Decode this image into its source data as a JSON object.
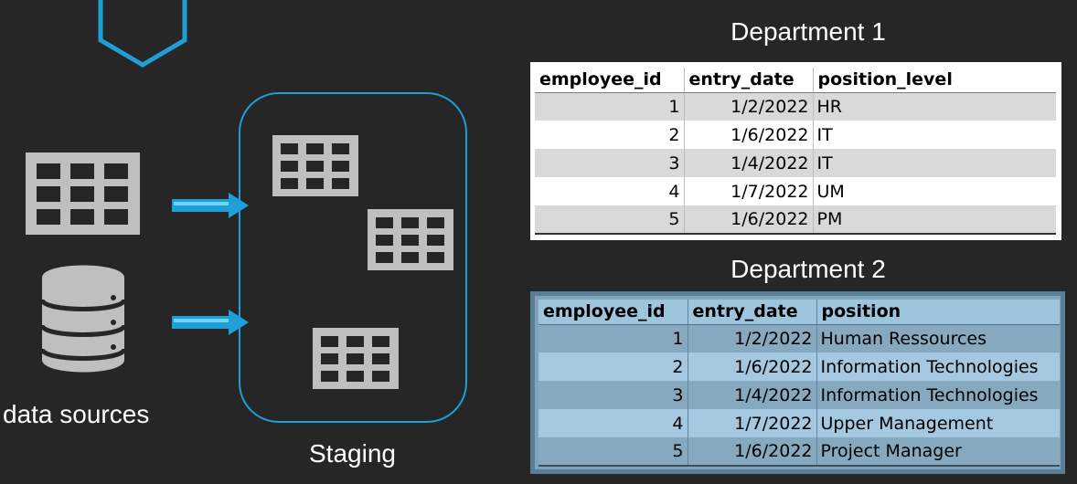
{
  "labels": {
    "data_sources": "data sources",
    "staging": "Staging"
  },
  "icons": {
    "shield": "shield-outline-icon",
    "table": "table-grid-icon",
    "database": "database-icon",
    "arrow": "arrow-right-icon"
  },
  "colors": {
    "accent": "#1e9fd6",
    "icon_gray": "#bfbfbf",
    "background": "#262626"
  },
  "department1": {
    "title": "Department 1",
    "columns": [
      "employee_id",
      "entry_date",
      "position_level"
    ],
    "rows": [
      [
        "1",
        "1/2/2022",
        "HR"
      ],
      [
        "2",
        "1/6/2022",
        "IT"
      ],
      [
        "3",
        "1/4/2022",
        "IT"
      ],
      [
        "4",
        "1/7/2022",
        "UM"
      ],
      [
        "5",
        "1/6/2022",
        "PM"
      ]
    ]
  },
  "department2": {
    "title": "Department 2",
    "columns": [
      "employee_id",
      "entry_date",
      "position"
    ],
    "rows": [
      [
        "1",
        "1/2/2022",
        "Human Ressources"
      ],
      [
        "2",
        "1/6/2022",
        "Information Technologies"
      ],
      [
        "3",
        "1/4/2022",
        "Information Technologies"
      ],
      [
        "4",
        "1/7/2022",
        "Upper Management"
      ],
      [
        "5",
        "1/6/2022",
        "Project Manager"
      ]
    ]
  }
}
